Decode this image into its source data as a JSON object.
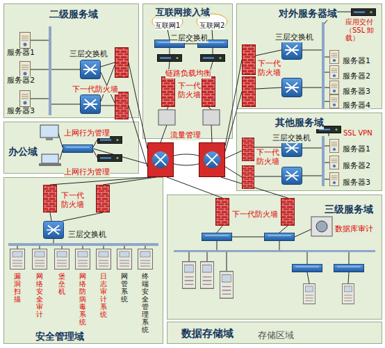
{
  "diagram": {
    "nodes": [
      {
        "text": [
          "二级服务域"
        ]
      },
      {
        "text": [
          "互联网接入域"
        ]
      },
      {
        "text": [
          "对外服务器域"
        ]
      },
      {
        "text": [
          "办公域"
        ]
      },
      {
        "text": [
          "其他服务域"
        ]
      },
      {
        "text": [
          "安全管理域"
        ]
      },
      {
        "text": [
          "三级服务域"
        ]
      },
      {
        "text": [
          "数据存储域",
          "存储区域"
        ]
      }
    ],
    "labels": [
      "服务器1",
      "三层交换机",
      "服务器2",
      "下一代防火墙",
      "服务器3",
      "互联网1",
      "互联网2",
      "二层交换机",
      "链路负载均衡",
      "下一代防火墙",
      "流量管理",
      "三层交换机",
      "应用交付（SSL 卸载）",
      "服务器1",
      "下一代防火墙",
      "服务器2",
      "服务器3",
      "服务器4",
      "SSL VPN",
      "三层交换机",
      "服务器1",
      "下一代防火墙",
      "服务器2",
      "服务器3",
      "上网行为管理",
      "上网行为管理",
      "下一代防火墙",
      "三层交换机",
      "漏洞扫描",
      "网络安全审计",
      "堡垒机",
      "网络防病毒系统",
      "日志审计系统",
      "网管系统",
      "终端安全管理系统",
      "下一代防火墙",
      "数据库审计"
    ]
  }
}
